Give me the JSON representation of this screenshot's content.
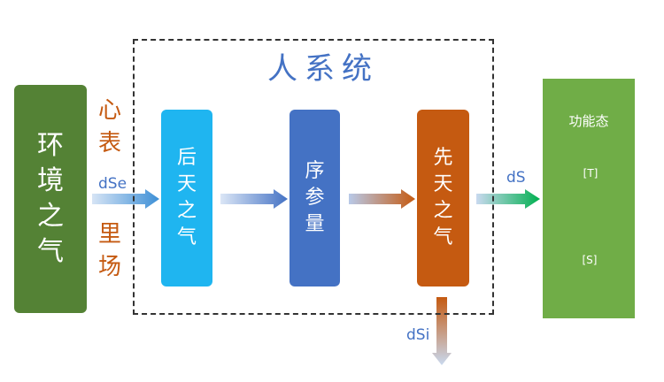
{
  "environment": {
    "chars": [
      "环",
      "境",
      "之",
      "气"
    ]
  },
  "side_top": [
    "心",
    "表"
  ],
  "side_bottom": [
    "里",
    "场"
  ],
  "system": {
    "title": "人系统"
  },
  "blocks": [
    {
      "chars": [
        "后",
        "天",
        "之",
        "气"
      ]
    },
    {
      "chars": [
        "序",
        "参",
        "量"
      ]
    },
    {
      "chars": [
        "先",
        "天",
        "之",
        "气"
      ]
    }
  ],
  "flows": {
    "dse": "dSe",
    "ds": "dS",
    "dsi": "dSi"
  },
  "function_state": {
    "title": "功能态",
    "t_label": "[T]",
    "s_label": "[S]"
  },
  "colors": {
    "environment": "#548235",
    "side_text": "#c55a11",
    "block1": "#1fb5f0",
    "block2": "#4472c4",
    "block3": "#c55a11",
    "function_state": "#70ad47",
    "arrow_green": "#00b050",
    "label_blue": "#4472c4"
  }
}
